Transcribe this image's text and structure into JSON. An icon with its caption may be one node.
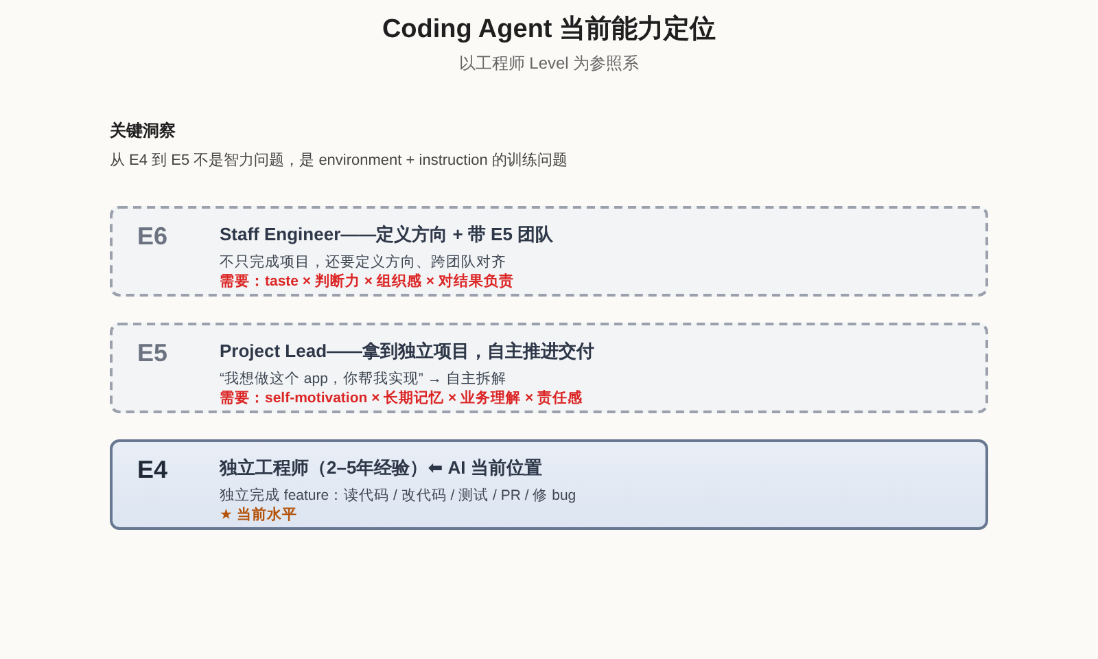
{
  "diagram": {
    "title": "Coding Agent 当前能力定位",
    "caption": "以工程师 Level 为参照系",
    "nodes": [
      {
        "text": [
          "E6",
          "Staff Engineer——定义方向 + 带 E5 团队",
          "不只完成项目，还要定义方向、跨团队对齐",
          "需要：taste × 判断力 × 组织感 × 对结果负责"
        ]
      },
      {
        "text": [
          "E5",
          "Project Lead——拿到独立项目，自主推进交付",
          "“我想做这个 app，你帮我实现” → 自主拆解",
          "需要：self-motivation × 长期记忆 × 业务理解 × 责任感"
        ]
      },
      {
        "text": [
          "E4",
          "独立工程师（2–5年经验）⬅ AI 当前位置",
          "独立完成 feature：读代码 / 改代码 / 测试 / PR / 修 bug",
          "★ 当前水平"
        ]
      }
    ],
    "edges": [],
    "labels": [
      "关键洞察",
      "从 E4 到 E5 不是智力问题，是 environment + instruction 的训练问题"
    ]
  }
}
